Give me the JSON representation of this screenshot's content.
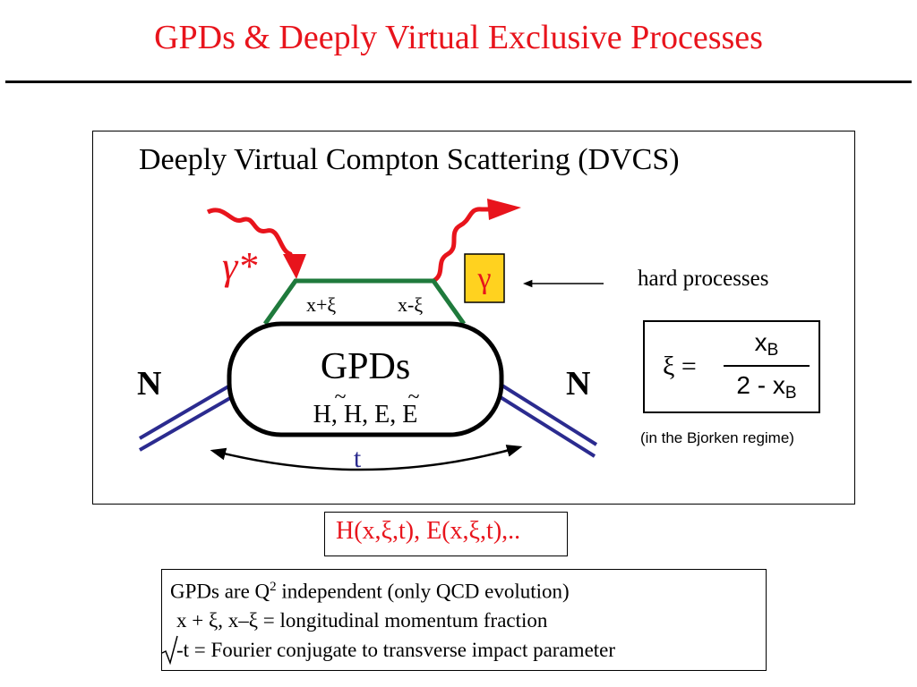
{
  "title": "GPDs & Deeply Virtual Exclusive Processes",
  "diagram": {
    "title": "Deeply Virtual Compton Scattering (DVCS)",
    "gamma_star": "γ*",
    "gamma_out": "γ",
    "x_plus_xi": "x+ξ",
    "x_minus_xi": "x-ξ",
    "blob_title": "GPDs",
    "blob_functions": "H, H, E, E",
    "tilde": "~",
    "nucleon_in": "N",
    "nucleon_out": "N",
    "momentum_transfer": "t",
    "hard_processes": "hard processes",
    "colors": {
      "photon": "#e8141c",
      "quark_line": "#1f7a3c",
      "nucleon_line": "#2b2b8f",
      "gamma_box_fill": "#ffd21f",
      "t_label": "#2b2b8f"
    }
  },
  "formula": {
    "lhs": "ξ =",
    "numerator_main": "x",
    "numerator_sub": "B",
    "denominator_main": "2 - x",
    "denominator_sub": "B",
    "note": "(in the Bjorken regime)"
  },
  "functions_label": "H(x,ξ,t), E(x,ξ,t),..",
  "info": {
    "line1_pre": "GPDs are Q",
    "line1_sup": "2",
    "line1_post": " independent (only QCD evolution)",
    "line2": "x + ξ,  x–ξ = longitudinal momentum fraction",
    "line3": "-t = Fourier conjugate to transverse impact parameter"
  }
}
